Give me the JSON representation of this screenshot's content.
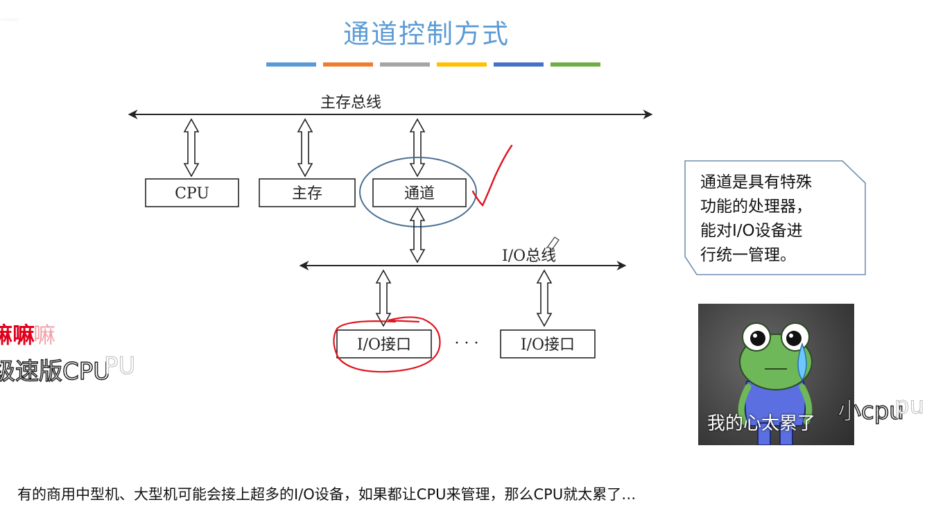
{
  "slide": {
    "title": "通道控制方式",
    "color_bar": [
      "#5b9bd5",
      "#ed7d31",
      "#a5a5a5",
      "#ffc000",
      "#4472c4",
      "#70ad47"
    ],
    "top_left_faded": "一"
  },
  "diagram": {
    "main_bus_label": "主存总线",
    "io_bus_label": "I/O总线",
    "boxes": {
      "cpu": "CPU",
      "memory": "主存",
      "channel": "通道",
      "io_interface_1": "I/O接口",
      "ellipsis": "· · ·",
      "io_interface_2": "I/O接口"
    },
    "annotation_colors": {
      "channel_circle": "#4a6f96",
      "red_pen": "#e0141e"
    }
  },
  "note": {
    "lines": [
      "通道是具有特殊",
      "功能的处理器，",
      "能对I/O设备进",
      "行统一管理。"
    ]
  },
  "meme": {
    "caption": "我的心太累了"
  },
  "danmaku": {
    "left_red": "嘛嘛",
    "left_red_ghost": "嘛",
    "left_outline": "级速版CPU",
    "left_outline_ghost": "PU",
    "right_outline": "小cpu",
    "right_outline_ghost": "pu"
  },
  "bottom_text": "有的商用中型机、大型机可能会接上超多的I/O设备，如果都让CPU来管理，那么CPU就太累了…"
}
